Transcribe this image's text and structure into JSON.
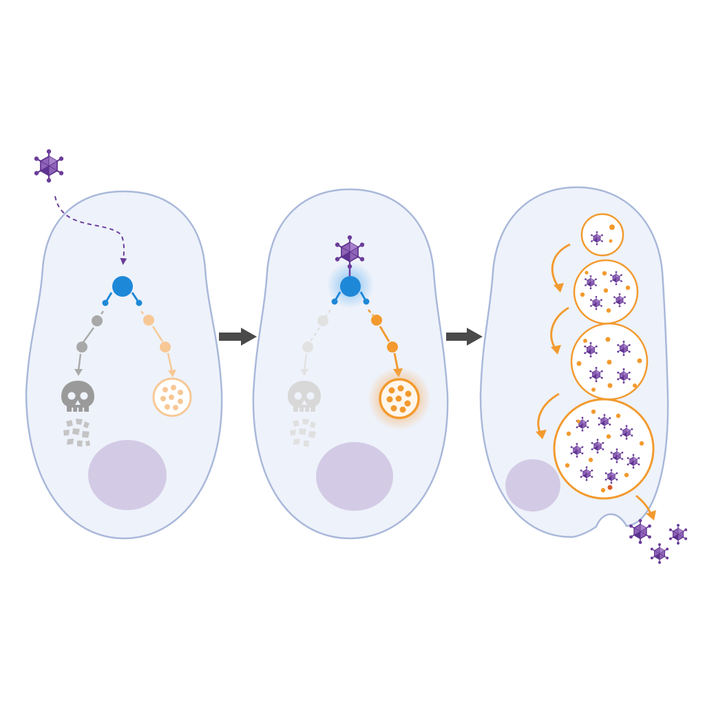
{
  "diagram": {
    "panels": [
      {
        "id": "panel-1",
        "stage": "virus-approach",
        "pathways": [
          "apoptosis",
          "vesicle-formation"
        ]
      },
      {
        "id": "panel-2",
        "stage": "receptor-binding",
        "active_pathway": "vesicle-formation",
        "suppressed_pathway": "apoptosis"
      },
      {
        "id": "panel-3",
        "stage": "replication-and-release",
        "vesicle_sequence": 4
      }
    ],
    "transitions": [
      "arrow-right",
      "arrow-right"
    ]
  },
  "colors": {
    "virus": "#6a3d9a",
    "virus_light": "#8e63b8",
    "receptor": "#1e88d8",
    "vesicle_pathway": "#f29a2e",
    "vesicle_pathway_faded": "#f7c896",
    "apoptosis_pathway": "#9a9a9a",
    "apoptosis_faded": "#d8d8d8",
    "cell_fill": "#eef2fa",
    "cell_outline": "#a9b8da",
    "nucleus": "#d3cbe6",
    "transition_arrow": "#4a4a4a"
  },
  "icons": [
    "virus-icon",
    "receptor-icon",
    "skull-icon",
    "debris-icon",
    "vesicle-icon"
  ]
}
